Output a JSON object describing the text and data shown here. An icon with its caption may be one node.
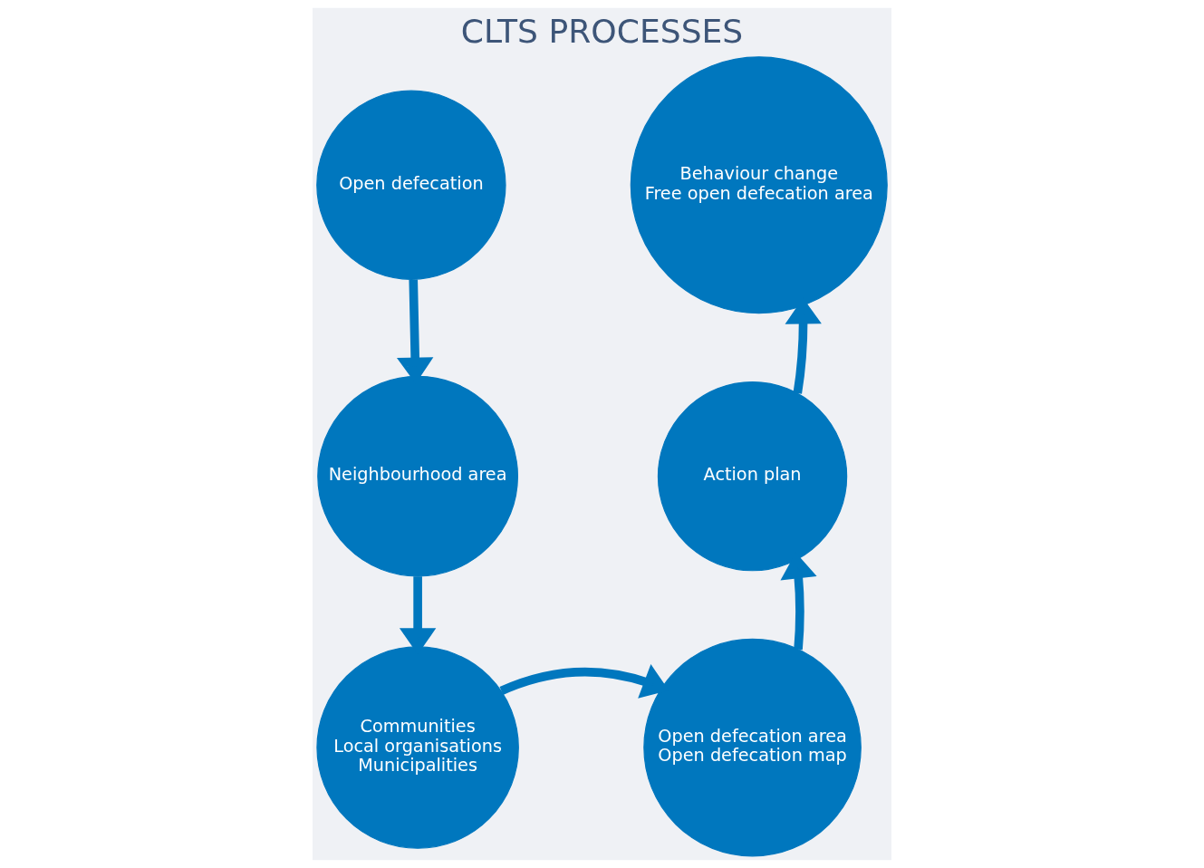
{
  "diagram": {
    "title": "CLTS PROCESSES",
    "nodes": [
      {
        "text": [
          "Open defecation"
        ]
      },
      {
        "text": [
          "Neighbourhood area"
        ]
      },
      {
        "text": [
          "Communities",
          "Local organisations",
          "Municipalities"
        ]
      },
      {
        "text": [
          "Open defecation area",
          "Open defecation map"
        ]
      },
      {
        "text": [
          "Action plan"
        ]
      },
      {
        "text": [
          "Behaviour change",
          "Free open defecation area"
        ]
      }
    ],
    "edges": [
      {
        "from": 0,
        "to": 1,
        "arrow": "to"
      },
      {
        "from": 1,
        "to": 2,
        "arrow": "to"
      },
      {
        "from": 2,
        "to": 3,
        "arrow": "to"
      },
      {
        "from": 3,
        "to": 4,
        "arrow": "to"
      },
      {
        "from": 4,
        "to": 5,
        "arrow": "to"
      }
    ]
  }
}
